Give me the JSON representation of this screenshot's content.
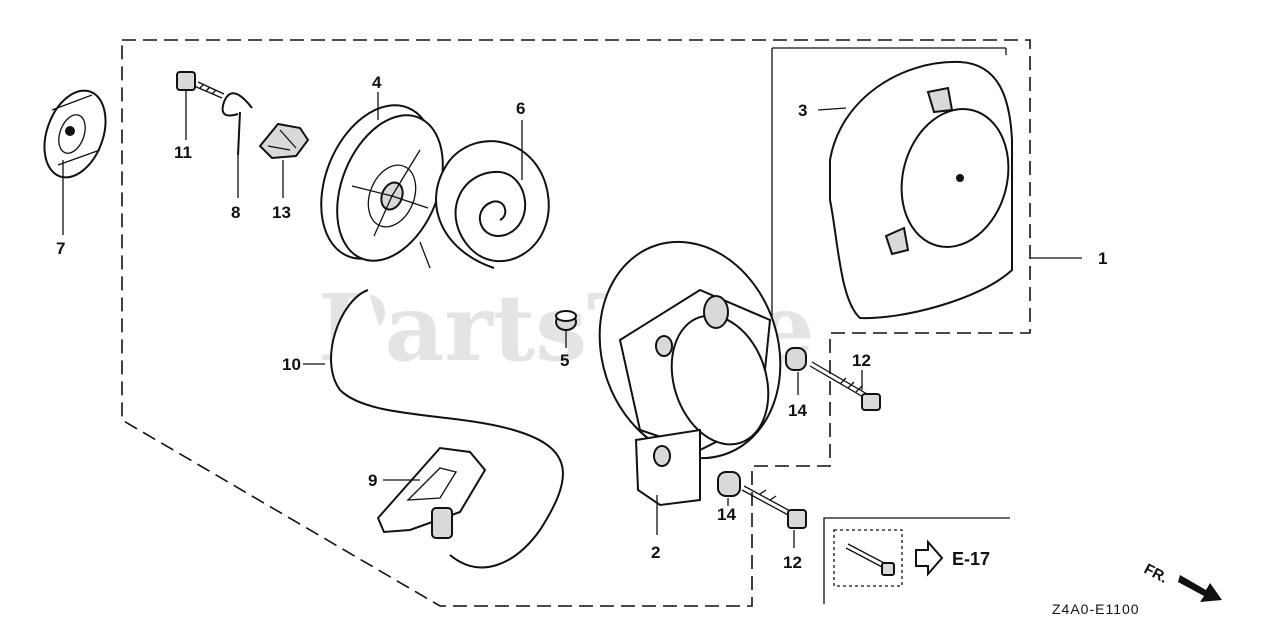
{
  "watermark": "PartsTree",
  "callouts": {
    "c1": "1",
    "c2": "2",
    "c3": "3",
    "c4": "4",
    "c5": "5",
    "c6": "6",
    "c7": "7",
    "c8": "8",
    "c9": "9",
    "c10": "10",
    "c11": "11",
    "c12a": "12",
    "c12b": "12",
    "c13": "13",
    "c14a": "14",
    "c14b": "14"
  },
  "reference": {
    "label": "E-17"
  },
  "direction": {
    "label": "FR."
  },
  "diagram_code": "Z4A0-E1100"
}
